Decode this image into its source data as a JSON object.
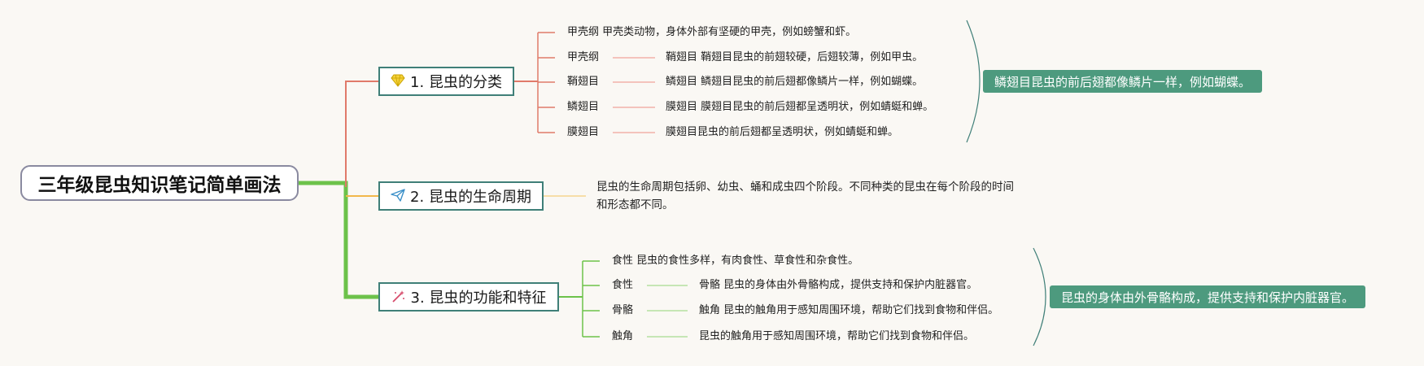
{
  "root": {
    "title": "三年级昆虫知识笔记简单画法"
  },
  "branches": [
    {
      "label": "1. 昆虫的分类",
      "icon": "gem-icon",
      "color": "#e07a6a",
      "items": [
        {
          "left": "甲壳纲 甲壳类动物，身体外部有坚硬的甲壳，例如螃蟹和虾。",
          "right": ""
        },
        {
          "left": "甲壳纲",
          "right": "鞘翅目 鞘翅目昆虫的前翅较硬，后翅较薄，例如甲虫。"
        },
        {
          "left": "鞘翅目",
          "right": "鳞翅目 鳞翅目昆虫的前后翅都像鳞片一样，例如蝴蝶。"
        },
        {
          "left": "鳞翅目",
          "right": "膜翅目 膜翅目昆虫的前后翅都呈透明状，例如蜻蜓和蝉。"
        },
        {
          "left": "膜翅目",
          "right": "膜翅目昆虫的前后翅都呈透明状，例如蜻蜓和蝉。"
        }
      ],
      "summary": "鳞翅目昆虫的前后翅都像鳞片一样，例如蝴蝶。"
    },
    {
      "label": "2. 昆虫的生命周期",
      "icon": "paper-plane-icon",
      "color": "#f2b84b",
      "description": "昆虫的生命周期包括卵、幼虫、蛹和成虫四个阶段。不同种类的昆虫在每个阶段的时间和形态都不同。"
    },
    {
      "label": "3. 昆虫的功能和特征",
      "icon": "magic-wand-icon",
      "color": "#6cc24a",
      "items": [
        {
          "left": "食性 昆虫的食性多样，有肉食性、草食性和杂食性。",
          "right": ""
        },
        {
          "left": "食性",
          "right": "骨骼 昆虫的身体由外骨骼构成，提供支持和保护内脏器官。"
        },
        {
          "left": "骨骼",
          "right": "触角 昆虫的触角用于感知周围环境，帮助它们找到食物和伴侣。"
        },
        {
          "left": "触角",
          "right": "昆虫的触角用于感知周围环境，帮助它们找到食物和伴侣。"
        }
      ],
      "summary": "昆虫的身体由外骨骼构成，提供支持和保护内脏器官。"
    }
  ]
}
